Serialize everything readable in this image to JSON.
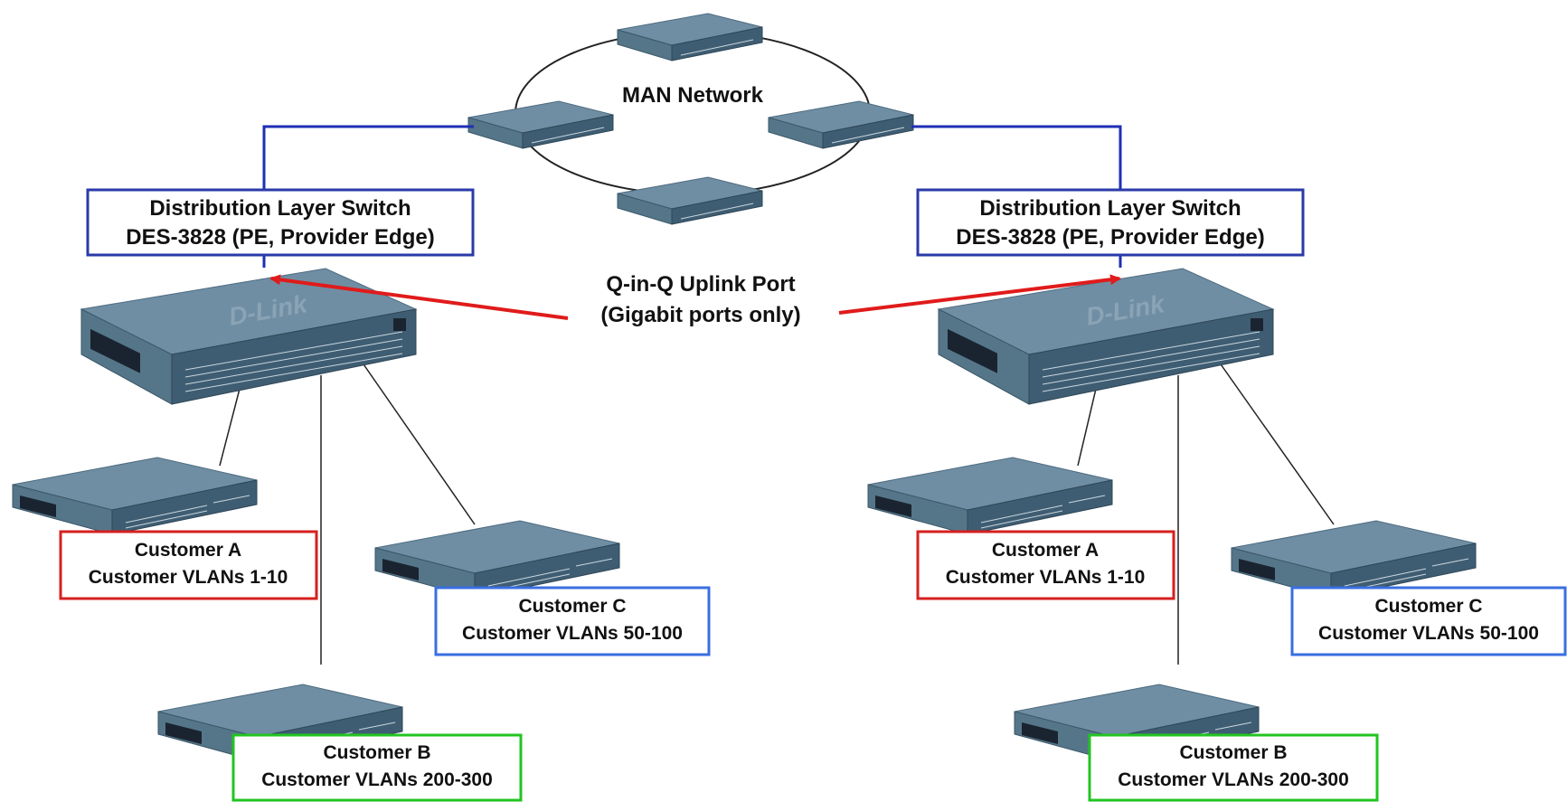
{
  "man_label": "MAN Network",
  "uplink_label": {
    "line1": "Q-in-Q Uplink Port",
    "line2": "(Gigabit ports only)"
  },
  "brand_text": "D-Link",
  "colors": {
    "uplink_line": "#1e2fb5",
    "arrow": "#e01b1b",
    "customer_a": "#d62020",
    "customer_b": "#22c422",
    "customer_c": "#3a6fe0",
    "distribution_box": "#2a3aa8",
    "switch_body": "#4f7085"
  },
  "sites": [
    {
      "distribution": {
        "line1": "Distribution Layer Switch",
        "line2": "DES-3828 (PE, Provider Edge)"
      },
      "customers": [
        {
          "line1": "Customer A",
          "line2": "Customer VLANs 1-10"
        },
        {
          "line1": "Customer C",
          "line2": "Customer VLANs 50-100"
        },
        {
          "line1": "Customer B",
          "line2": "Customer VLANs 200-300"
        }
      ]
    },
    {
      "distribution": {
        "line1": "Distribution Layer Switch",
        "line2": "DES-3828 (PE, Provider Edge)"
      },
      "customers": [
        {
          "line1": "Customer A",
          "line2": "Customer VLANs 1-10"
        },
        {
          "line1": "Customer C",
          "line2": "Customer VLANs 50-100"
        },
        {
          "line1": "Customer B",
          "line2": "Customer VLANs 200-300"
        }
      ]
    }
  ]
}
